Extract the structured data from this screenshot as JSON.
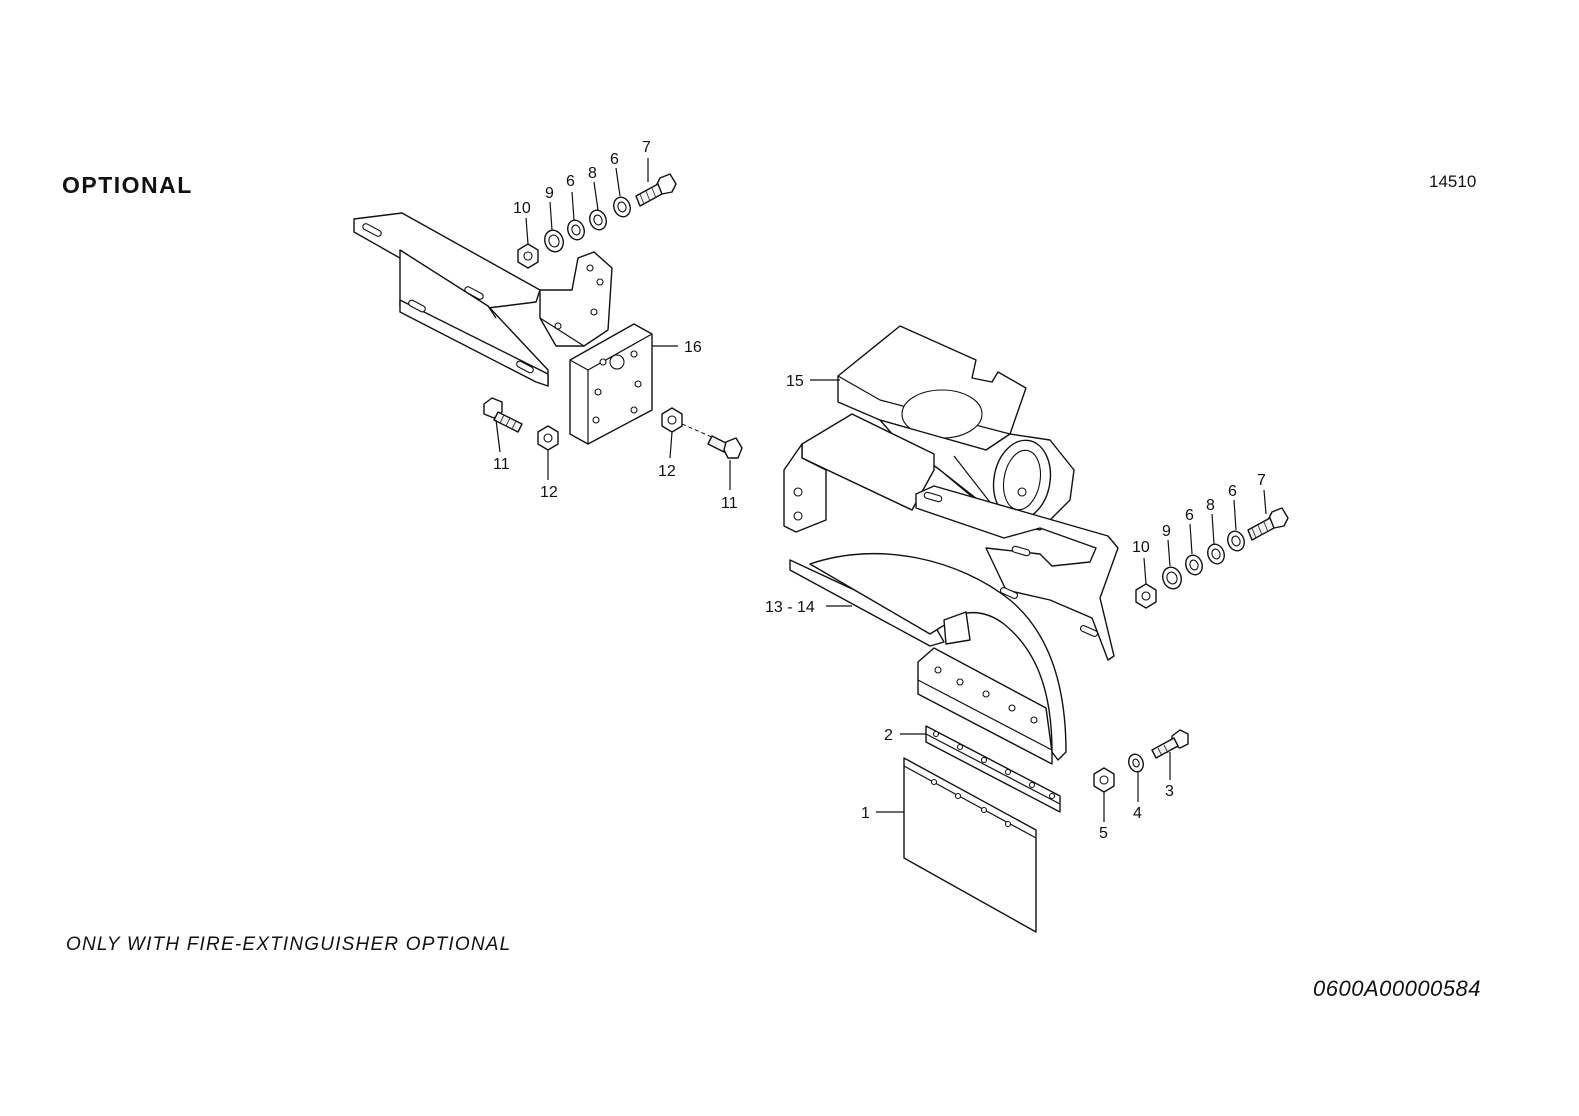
{
  "header": {
    "title": "OPTIONAL",
    "ref_number": "14510"
  },
  "footer": {
    "note": "ONLY WITH FIRE-EXTINGUISHER OPTIONAL",
    "document_number": "0600A00000584"
  },
  "callouts": {
    "c1": "1",
    "c2": "2",
    "c3": "3",
    "c4": "4",
    "c5": "5",
    "c6a": "6",
    "c6b": "6",
    "c6c": "6",
    "c6d": "6",
    "c7a": "7",
    "c7b": "7",
    "c8a": "8",
    "c8b": "8",
    "c9a": "9",
    "c9b": "9",
    "c10a": "10",
    "c10b": "10",
    "c11a": "11",
    "c11b": "11",
    "c12a": "12",
    "c12b": "12",
    "c13_14": "13 - 14",
    "c15": "15",
    "c16": "16"
  }
}
